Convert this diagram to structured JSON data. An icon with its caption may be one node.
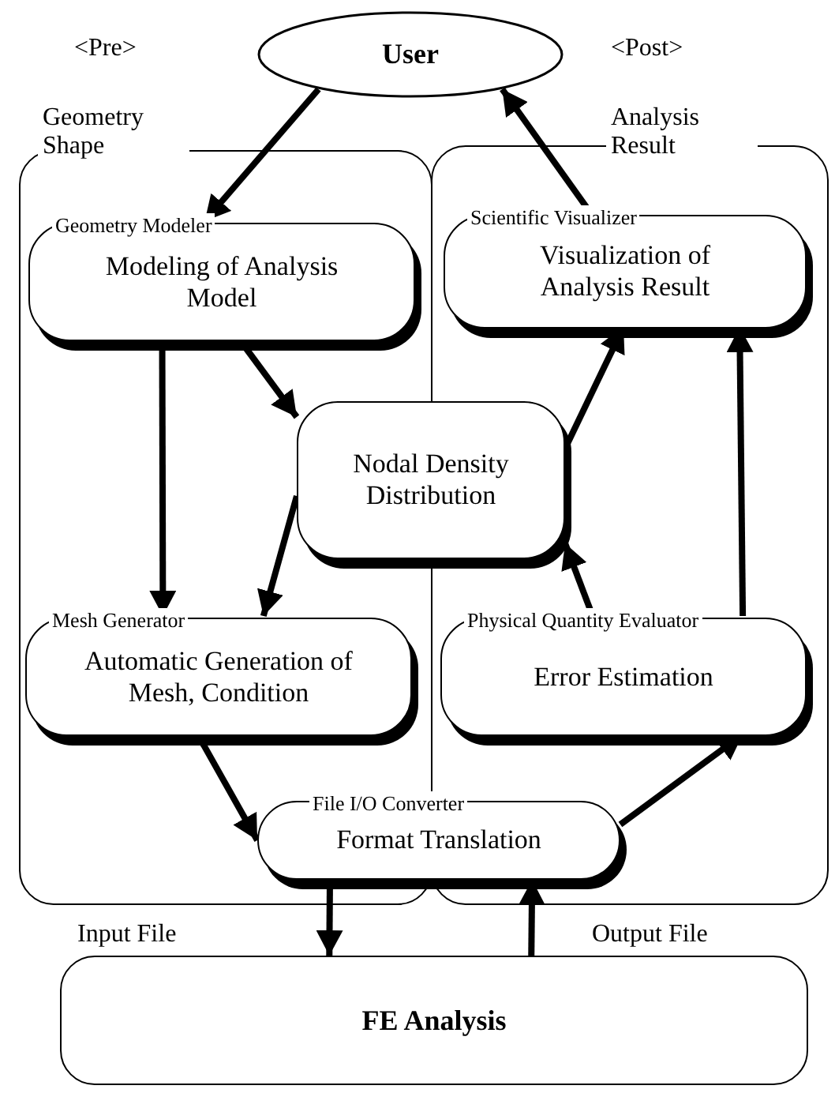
{
  "diagram": {
    "nodes": [
      {
        "text": [
          "User"
        ]
      },
      {
        "text": [],
        "shape": "box"
      },
      {
        "text": [],
        "shape": "box"
      },
      {
        "text": [
          "Geometry Modeler",
          "Modeling of Analysis Model"
        ],
        "in": 1
      },
      {
        "text": [
          "Scientific Visualizer",
          "Visualization of Analysis Result"
        ],
        "in": 2
      },
      {
        "text": [
          "Nodal Density Distribution"
        ]
      },
      {
        "text": [
          "Mesh Generator",
          "Automatic Generation of Mesh, Condition"
        ],
        "in": 1
      },
      {
        "text": [
          "Physical Quantity Evaluator",
          "Error Estimation"
        ],
        "in": 2
      },
      {
        "text": [
          "File I/O Converter",
          "Format Translation"
        ]
      },
      {
        "text": [
          "FE Analysis"
        ]
      }
    ],
    "edges": [
      {
        "from": 0,
        "to": 3,
        "arrow": "to"
      },
      {
        "from": 4,
        "to": 0,
        "arrow": "to"
      },
      {
        "from": 3,
        "to": 6,
        "arrow": "to"
      },
      {
        "from": 3,
        "to": 5,
        "arrow": "to"
      },
      {
        "from": 5,
        "to": 6,
        "arrow": "to"
      },
      {
        "from": 5,
        "to": 4,
        "arrow": "to"
      },
      {
        "from": 7,
        "to": 5,
        "arrow": "to"
      },
      {
        "from": 7,
        "to": 4,
        "arrow": "to"
      },
      {
        "from": 6,
        "to": 8,
        "arrow": "to"
      },
      {
        "from": 8,
        "to": 7,
        "arrow": "to"
      },
      {
        "from": 8,
        "to": 9,
        "arrow": "to"
      },
      {
        "from": 9,
        "to": 8,
        "arrow": "to"
      }
    ],
    "labels": [
      "<Pre>",
      "<Post>",
      "Geometry Shape",
      "Analysis Result",
      "Input File",
      "Output File"
    ]
  }
}
